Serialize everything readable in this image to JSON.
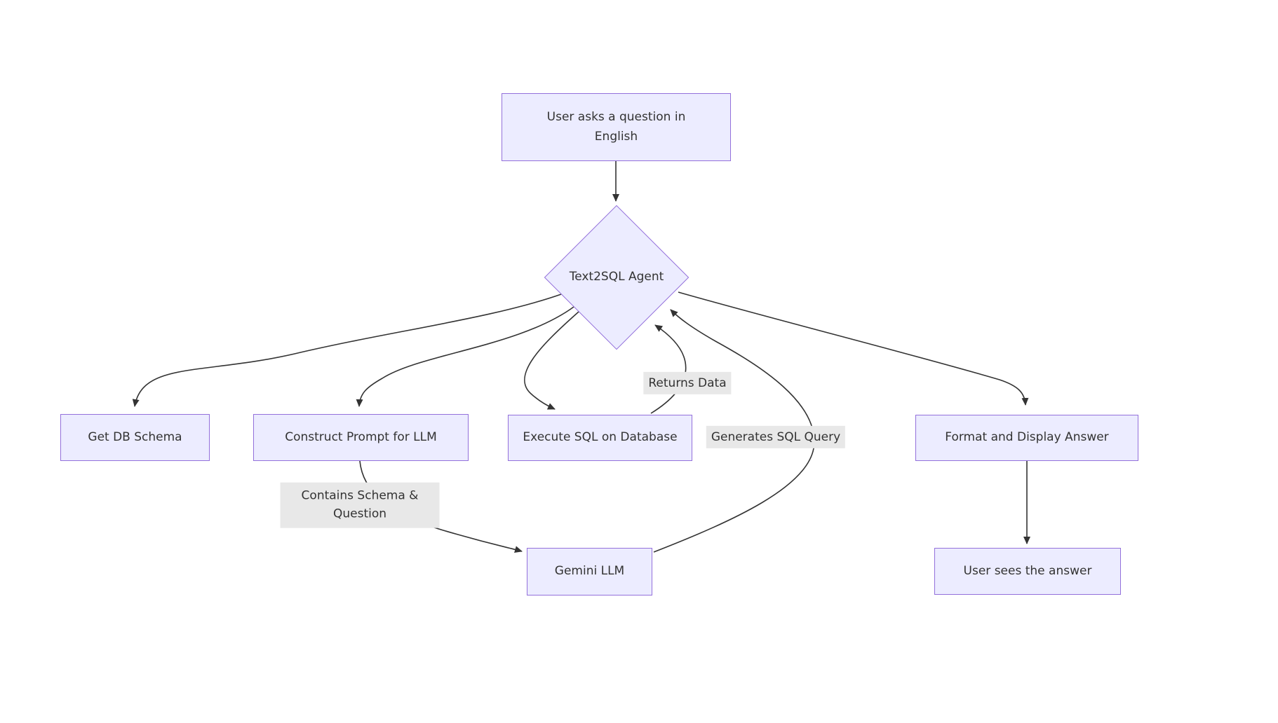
{
  "diagram": {
    "type": "flowchart",
    "nodes": {
      "question": {
        "label": "User asks a question in\nEnglish",
        "shape": "rect"
      },
      "agent": {
        "label": "Text2SQL Agent",
        "shape": "diamond"
      },
      "schema": {
        "label": "Get DB Schema",
        "shape": "rect"
      },
      "prompt": {
        "label": "Construct Prompt for LLM",
        "shape": "rect"
      },
      "execute": {
        "label": "Execute SQL on Database",
        "shape": "rect"
      },
      "format": {
        "label": "Format and Display Answer",
        "shape": "rect"
      },
      "gemini": {
        "label": "Gemini LLM",
        "shape": "rect"
      },
      "user": {
        "label": "User sees the answer",
        "shape": "rect"
      }
    },
    "edge_labels": {
      "returns_data": "Returns Data",
      "generates_sql": "Generates SQL Query",
      "contains_schema": "Contains Schema &\nQuestion"
    },
    "edges": [
      {
        "from": "User asks a question in English",
        "to": "Text2SQL Agent",
        "label": ""
      },
      {
        "from": "Text2SQL Agent",
        "to": "Get DB Schema",
        "label": ""
      },
      {
        "from": "Text2SQL Agent",
        "to": "Construct Prompt for LLM",
        "label": ""
      },
      {
        "from": "Construct Prompt for LLM",
        "to": "Gemini LLM",
        "label": "Contains Schema & Question"
      },
      {
        "from": "Gemini LLM",
        "to": "Text2SQL Agent",
        "label": "Generates SQL Query"
      },
      {
        "from": "Text2SQL Agent",
        "to": "Execute SQL on Database",
        "label": ""
      },
      {
        "from": "Execute SQL on Database",
        "to": "Text2SQL Agent",
        "label": "Returns Data"
      },
      {
        "from": "Text2SQL Agent",
        "to": "Format and Display Answer",
        "label": ""
      },
      {
        "from": "Format and Display Answer",
        "to": "User sees the answer",
        "label": ""
      }
    ],
    "colors": {
      "node_fill": "#ECECFF",
      "node_border": "#9370DB",
      "edge": "#333333",
      "edge_label_bg": "#e8e8e8",
      "text": "#333333"
    }
  }
}
